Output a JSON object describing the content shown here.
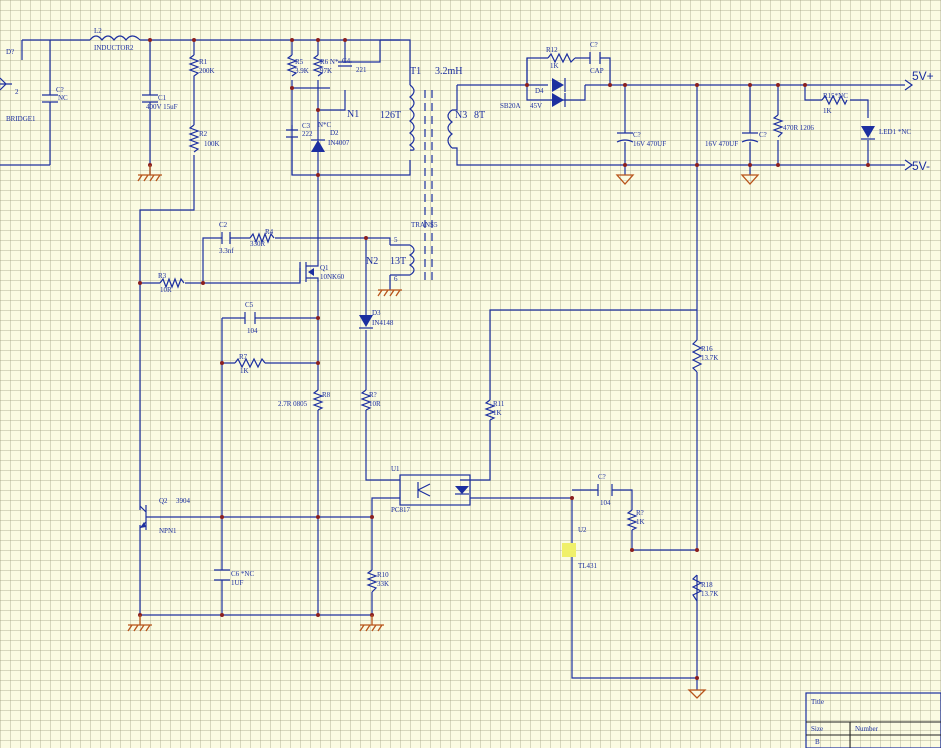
{
  "labels": {
    "d_bridge": "D?",
    "bridge": "BRIDGE1",
    "pin2": "2",
    "c_nc1": "C?",
    "nc1": "NC",
    "l2": "L2",
    "inductor": "INDUCTOR2",
    "c1": "C1",
    "c1_val": "400V 15uF",
    "r1": "R1",
    "r1_val": "200K",
    "r2": "R2",
    "r2_val": "100K",
    "r5": "R5",
    "r5_val": "3.9K",
    "r6": "R6 N*",
    "r6_val": "97K",
    "c4": "C4",
    "c4_val": "221",
    "n1": "N1",
    "c3": "C3",
    "c3_val": "222",
    "nc_star": "N*C",
    "d2": "D2",
    "d2_val": "IN4007",
    "t1": "T1",
    "t1_val": "3.2mH",
    "n1_turns": "126T",
    "n3": "N3",
    "n3_turns": "8T",
    "trans": "TRANS5",
    "c2": "C2",
    "c2_val": "3.3nf",
    "r4": "R4",
    "r4_val": "330R",
    "pin5": "5",
    "pin6": "6",
    "n2": "N2",
    "n2_turns": "13T",
    "r3": "R3",
    "r3_val": "10R",
    "q1": "Q1",
    "q1_val": "10NK60",
    "c5": "C5",
    "c5_val": "104",
    "d3": "D3",
    "d3_val": "IN4148",
    "r7a": "R7",
    "r7a_val": "1K",
    "r8": "R8",
    "r8_val": "2.7R 0805",
    "r_q": "R?",
    "r_q_val": "10R",
    "u1": "U1",
    "u1_val": "PC817",
    "q2": "Q2",
    "q2_val": "3904",
    "npn": "NPN1",
    "c6": "C6 *NC",
    "c6_val": "1UF",
    "r10": "R10",
    "r10_val": "33K",
    "r12": "R12",
    "r12_val": "1K",
    "c7a": "C?",
    "cap": "CAP",
    "d4": "D4",
    "d4_val": "SB20A",
    "d4_v": "45V",
    "c7b": "C?",
    "c7b_val": "16V 470UF",
    "c7c": "C?",
    "c7c_val": "16V 470UF",
    "r_470": "470R 1206",
    "r15": "R15*NC",
    "r15_val": "1K",
    "led": "LED1 *NC",
    "v_plus": "5V+",
    "v_minus": "5V-",
    "r16": "R16",
    "r16_val": "13.7K",
    "r11": "R11",
    "r11_val": "1K",
    "c7d": "C?",
    "c7d_val": "104",
    "r7b": "R?",
    "r7b_val": "1K",
    "u2": "U2",
    "u2_val": "TL431",
    "r18": "R18",
    "r18_val": "13.7K",
    "title_label": "Title",
    "size_label": "Size",
    "number_label": "Number",
    "size_value": "B"
  }
}
